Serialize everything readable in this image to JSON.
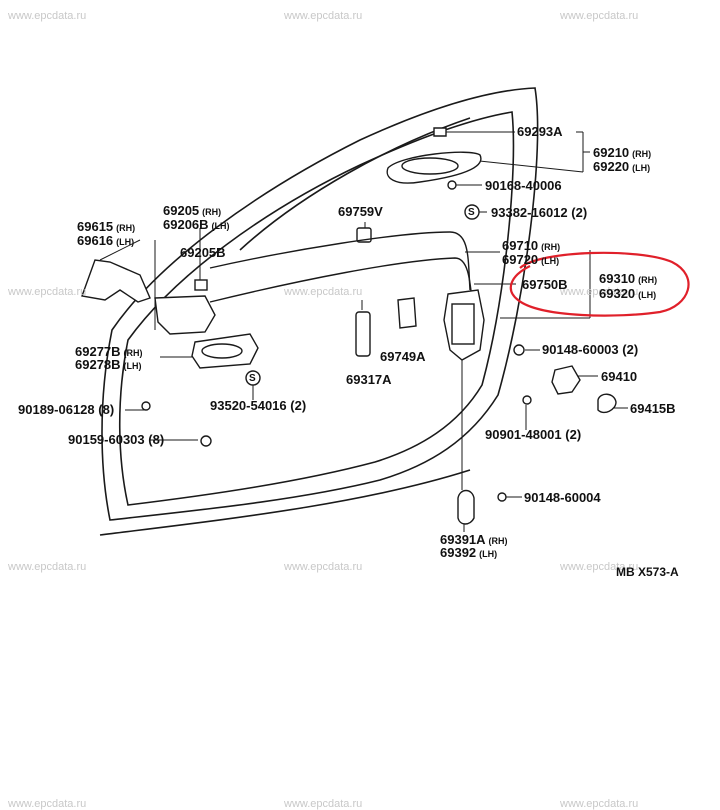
{
  "watermark": "www.epcdata.ru",
  "diagram_code": "MB  X573-A",
  "parts": {
    "p69293A": "69293A",
    "p69210": "69210",
    "p69220": "69220",
    "p90168": "90168-40006",
    "p93382": "93382-16012",
    "p93382_qty": "(2)",
    "p69205": "69205",
    "p69206B": "69206B",
    "p69759V": "69759V",
    "p69615": "69615",
    "p69616": "69616",
    "p69205B": "69205B",
    "p69710": "69710",
    "p69720": "69720",
    "p69750B": "69750B",
    "p69310": "69310",
    "p69320": "69320",
    "p69277B": "69277B",
    "p69278B": "69278B",
    "p69749A": "69749A",
    "p69317A": "69317A",
    "p90148_60003": "90148-60003",
    "p90148_60003_qty": "(2)",
    "p69410": "69410",
    "p69415B": "69415B",
    "p93520": "93520-54016",
    "p93520_qty": "(2)",
    "p90189": "90189-06128",
    "p90189_qty": "(8)",
    "p90159": "90159-60303",
    "p90159_qty": "(8)",
    "p90901": "90901-48001",
    "p90901_qty": "(2)",
    "p90148_60004": "90148-60004",
    "p69391A": "69391A",
    "p69392": "69392"
  },
  "suffix": {
    "rh": "(RH)",
    "lh": "(LH)"
  },
  "symbol": {
    "s": "S"
  },
  "highlight_color": "#e0202a"
}
